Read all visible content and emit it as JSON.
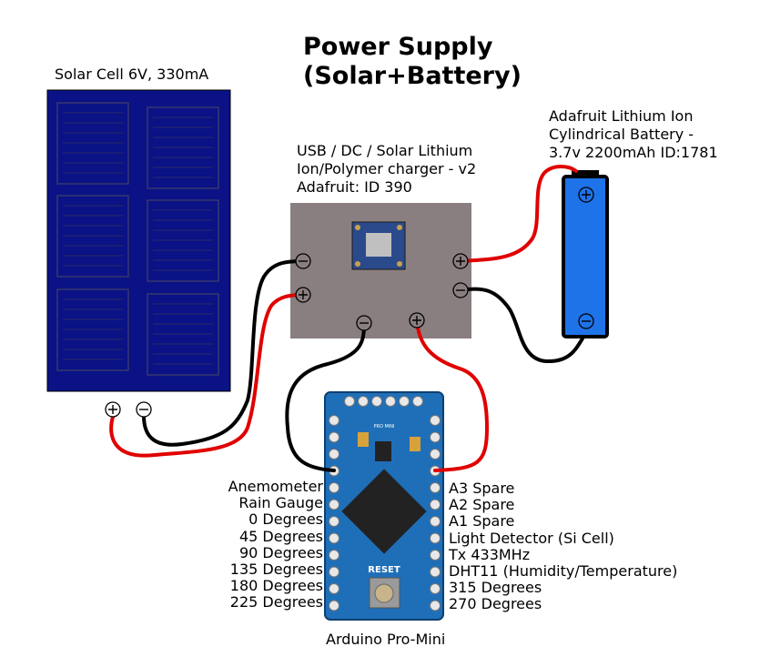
{
  "title_line1": "Power Supply",
  "title_line2": "(Solar+Battery)",
  "solar": {
    "label": "Solar Cell 6V, 330mA",
    "plus": "+",
    "minus": "−"
  },
  "charger": {
    "line1": "USB / DC / Solar Lithium",
    "line2": "Ion/Polymer charger - v2",
    "line3": "Adafruit: ID 390"
  },
  "battery": {
    "line1": "Adafruit Lithium Ion",
    "line2": "Cylindrical Battery -",
    "line3": "3.7v 2200mAh ID:1781"
  },
  "arduino": {
    "label": "Arduino Pro-Mini",
    "left_pins": [
      "Anemometer",
      "Rain Gauge",
      "0 Degrees",
      "45 Degrees",
      "90 Degrees",
      "135 Degrees",
      "180 Degrees",
      "225 Degrees"
    ],
    "right_pins": [
      "A3 Spare",
      "A2 Spare",
      "A1 Spare",
      "Light Detector (Si Cell)",
      "Tx 433MHz",
      "DHT11 (Humidity/Temperature)",
      "315 Degrees",
      "270 Degrees"
    ],
    "board_text": {
      "reset": "RESET",
      "model": "PRO MINI"
    }
  },
  "colors": {
    "solar_panel": "#0a1285",
    "solar_cell_line": "#3a3a6a",
    "charger_board": "#8a7f80",
    "battery_body": "#1e73e8",
    "battery_cap": "#000000",
    "wire_red": "#e00000",
    "wire_black": "#000000",
    "arduino_board": "#1f6fb8"
  }
}
